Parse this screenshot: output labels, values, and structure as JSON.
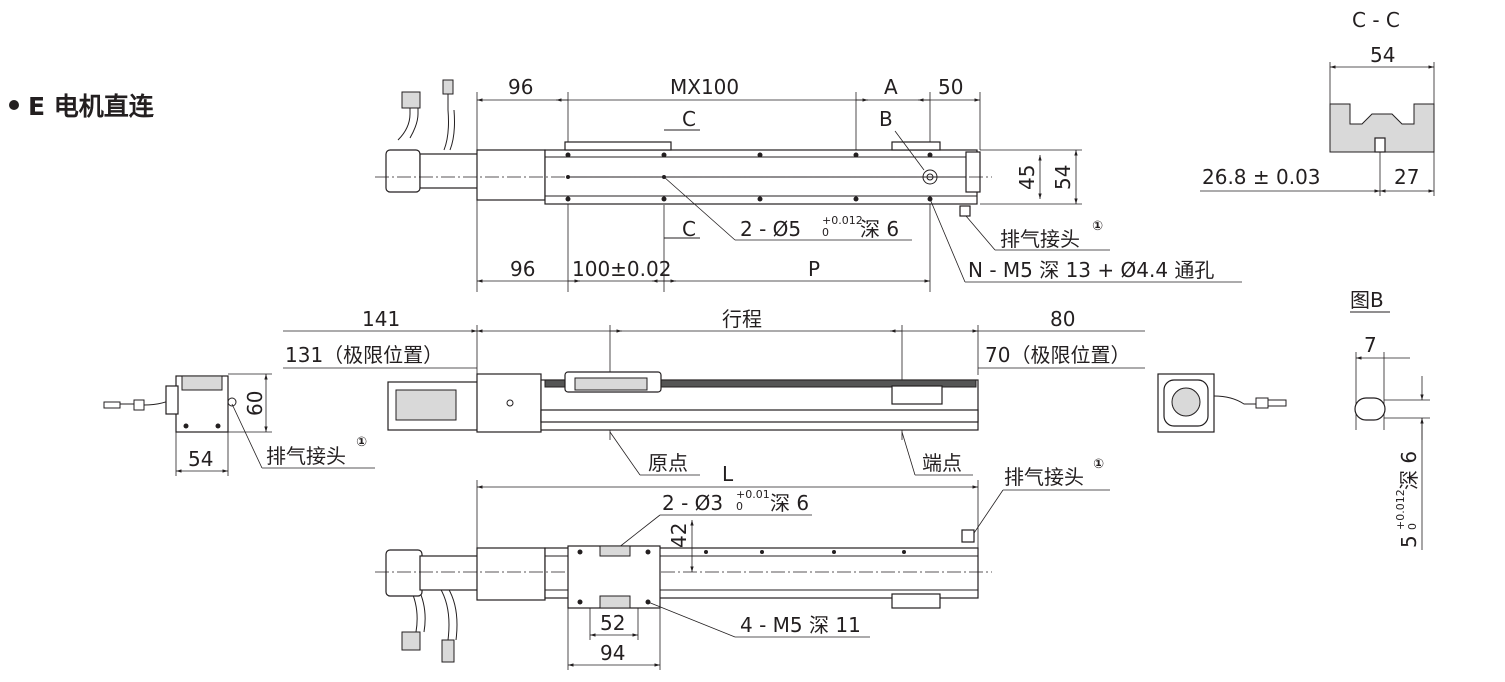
{
  "heading": "E 电机直连",
  "section_cc": "C - C",
  "section_b": "图B",
  "dims": {
    "top_96": "96",
    "mx100": "MX100",
    "a": "A",
    "d50": "50",
    "c_upper": "C",
    "b": "B",
    "c_lower": "C",
    "d45": "45",
    "d54_side": "54",
    "pin_hole": "2 - Ø5",
    "pin_tol_top": "+0.012",
    "pin_tol_bot": "0",
    "pin_depth": "深 6",
    "vent_1": "排气接头",
    "bottom_96": "96",
    "pitch": "100±0.02",
    "p": "P",
    "mount_hole": "N - M5 深 13 + Ø4.4 通孔",
    "cc_54": "54",
    "cc_268": "26.8 ± 0.03",
    "cc_27": "27",
    "d141": "141",
    "d131": "131（极限位置）",
    "stroke": "行程",
    "d80": "80",
    "d70": "70（极限位置）",
    "d60": "60",
    "d54_left": "54",
    "vent_2": "排气接头",
    "origin": "原点",
    "endpoint": "端点",
    "l": "L",
    "vent_3": "排气接头",
    "pin3_hole": "2 - Ø3",
    "pin3_tol_top": "+0.01",
    "pin3_tol_bot": "0",
    "pin3_depth": "深 6",
    "d42": "42",
    "d52": "52",
    "d94": "94",
    "m5_11": "4 - M5 深 11",
    "b7": "7",
    "b_depth": "5",
    "b_tol_top": "+0.012",
    "b_tol_bot": "0",
    "b_depth_text": "深 6",
    "circled_one": "①"
  }
}
